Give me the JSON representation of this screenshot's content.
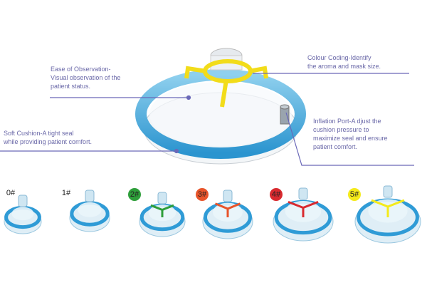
{
  "callouts": {
    "observation": [
      "Ease of Observation-",
      "Visual observation of the",
      "patient status."
    ],
    "cushion": [
      "Soft Cushion-A tight seal",
      "while providing patient comfort."
    ],
    "colour_coding": [
      "Colour Coding-Identify",
      "the aroma and mask size."
    ],
    "inflation_port": [
      "Inflation Port-A djust the",
      "cushion pressure to",
      "maximize seal and ensure",
      "patient comfort."
    ]
  },
  "sizes": [
    {
      "label": "0#",
      "color": ""
    },
    {
      "label": "1#",
      "color": ""
    },
    {
      "label": "2#",
      "color": "#2e9e3a"
    },
    {
      "label": "3#",
      "color": "#e8542a"
    },
    {
      "label": "4#",
      "color": "#d92a2f"
    },
    {
      "label": "5#",
      "color": "#f4ea1a"
    }
  ],
  "colors": {
    "line": "#6a68b8",
    "cushion": "#3aa6d8"
  }
}
